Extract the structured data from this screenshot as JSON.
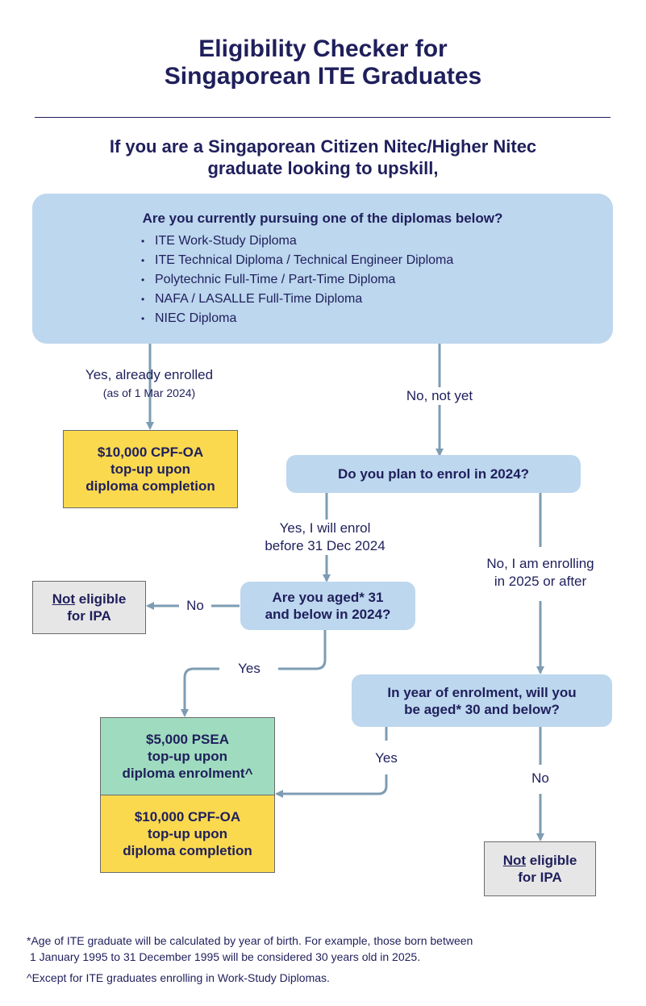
{
  "header": {
    "title_line1": "Eligibility Checker for",
    "title_line2": "Singaporean ITE Graduates",
    "subtitle_line1": "If you are a Singaporean Citizen Nitec/Higher Nitec",
    "subtitle_line2": "graduate looking to upskill,"
  },
  "q1": {
    "question": "Are you currently pursuing one of the diplomas below?",
    "diplomas": [
      "ITE Work-Study Diploma",
      "ITE Technical Diploma / Technical Engineer Diploma",
      "Polytechnic Full-Time / Part-Time Diploma",
      "NAFA / LASALLE Full-Time Diploma",
      "NIEC Diploma"
    ]
  },
  "labels": {
    "yes_enrolled": "Yes, already enrolled",
    "yes_enrolled_date": "(as of 1 Mar 2024)",
    "no_not_yet": "No, not yet",
    "yes_will_enrol_1": "Yes, I will enrol",
    "yes_will_enrol_2": "before 31 Dec 2024",
    "no_2025_1": "No, I am enrolling",
    "no_2025_2": "in 2025 or after",
    "no": "No",
    "yes": "Yes"
  },
  "reward_cpf": {
    "line1": "$10,000 CPF-OA",
    "line2": "top-up upon",
    "line3": "diploma completion"
  },
  "reward_psea": {
    "line1": "$5,000 PSEA",
    "line2": "top-up upon",
    "line3": "diploma enrolment^"
  },
  "q2": {
    "question": "Do you plan to enrol in 2024?"
  },
  "q3": {
    "line1": "Are you aged* 31",
    "line2": "and below in 2024?"
  },
  "q4": {
    "line1": "In year of enrolment, will you",
    "line2": "be aged* 30 and below?"
  },
  "not_eligible": {
    "word": "Not",
    "rest": " eligible",
    "line2": "for IPA"
  },
  "footnotes": {
    "age_line1": "*Age of ITE graduate will be calculated by year of birth. For example, those born between",
    "age_line2": "1 January 1995 to 31 December 1995 will be considered 30 years old in 2025.",
    "except": "^Except for ITE graduates enrolling in Work-Study Diplomas."
  },
  "colors": {
    "navy": "#1f1f5c",
    "question_blue": "#bdd7ee",
    "reward_yellow": "#fad94f",
    "reward_green": "#9fdcbf",
    "not_eligible_grey": "#e6e6e6",
    "connector": "#7d9cb3"
  }
}
